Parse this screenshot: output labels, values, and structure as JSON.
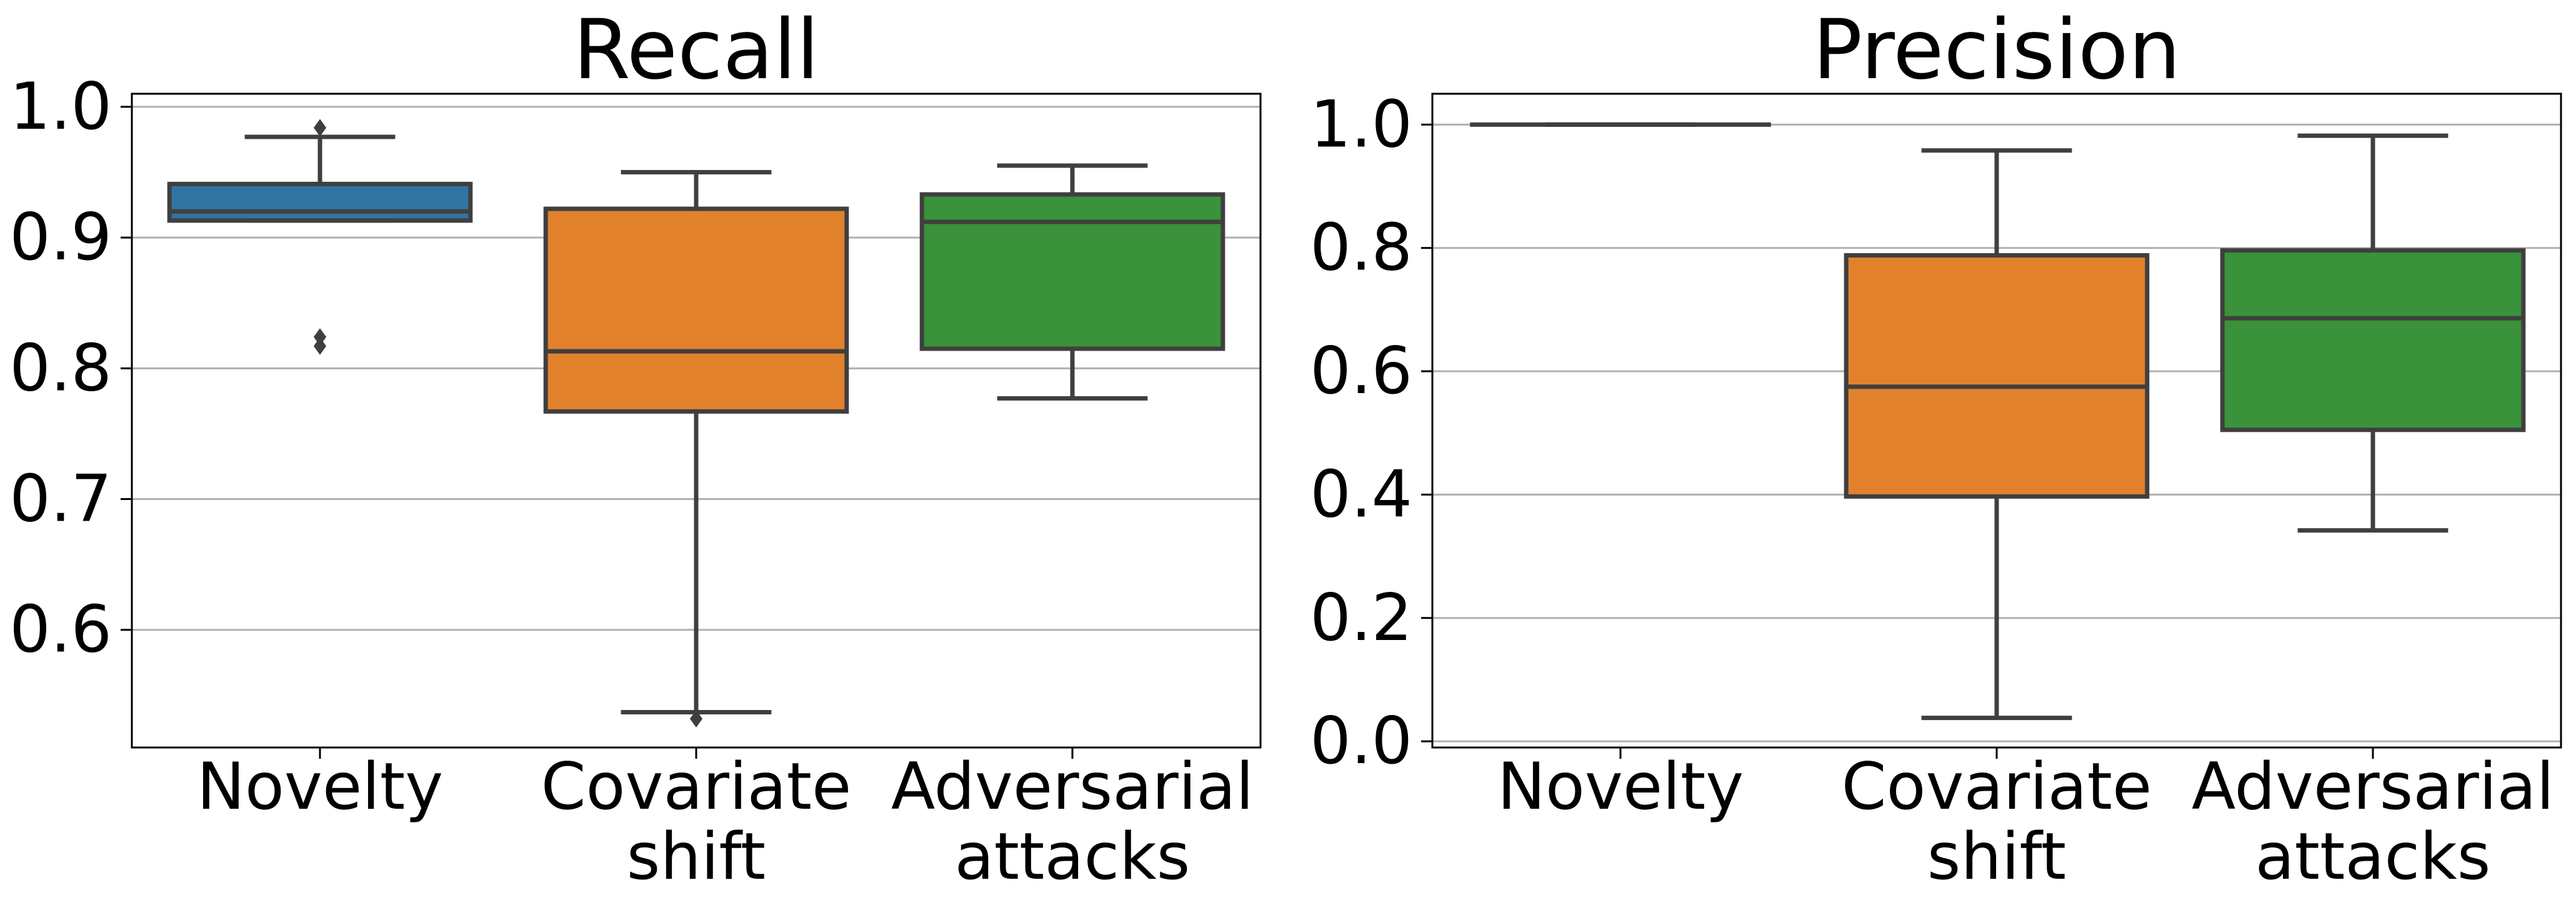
{
  "chart_data": [
    {
      "type": "box",
      "title": "Recall",
      "ylim": [
        0.51,
        1.01
      ],
      "yticks": [
        0.6,
        0.7,
        0.8,
        0.9,
        1.0
      ],
      "ytick_labels": [
        "0.6",
        "0.7",
        "0.8",
        "0.9",
        "1.0"
      ],
      "grid": "horizontal",
      "categories": [
        "Novelty",
        "Covariate\nshift",
        "Adversarial\nattacks"
      ],
      "colors": [
        "#3274a1",
        "#e1812c",
        "#3a923a"
      ],
      "boxes": [
        {
          "whisker_low": 0.913,
          "q1": 0.913,
          "median": 0.92,
          "q3": 0.941,
          "whisker_high": 0.977,
          "fliers": [
            0.984,
            0.824,
            0.817
          ]
        },
        {
          "whisker_low": 0.537,
          "q1": 0.767,
          "median": 0.813,
          "q3": 0.922,
          "whisker_high": 0.95,
          "fliers": [
            0.532
          ]
        },
        {
          "whisker_low": 0.777,
          "q1": 0.815,
          "median": 0.912,
          "q3": 0.933,
          "whisker_high": 0.955,
          "fliers": []
        }
      ]
    },
    {
      "type": "box",
      "title": "Precision",
      "ylim": [
        -0.01,
        1.05
      ],
      "yticks": [
        0.0,
        0.2,
        0.4,
        0.6,
        0.8,
        1.0
      ],
      "ytick_labels": [
        "0.0",
        "0.2",
        "0.4",
        "0.6",
        "0.8",
        "1.0"
      ],
      "grid": "horizontal",
      "categories": [
        "Novelty",
        "Covariate\nshift",
        "Adversarial\nattacks"
      ],
      "colors": [
        "#3274a1",
        "#e1812c",
        "#3a923a"
      ],
      "boxes": [
        {
          "whisker_low": 1.0,
          "q1": 1.0,
          "median": 1.0,
          "q3": 1.0,
          "whisker_high": 1.0,
          "fliers": []
        },
        {
          "whisker_low": 0.038,
          "q1": 0.397,
          "median": 0.575,
          "q3": 0.788,
          "whisker_high": 0.958,
          "fliers": []
        },
        {
          "whisker_low": 0.342,
          "q1": 0.505,
          "median": 0.686,
          "q3": 0.796,
          "whisker_high": 0.982,
          "fliers": []
        }
      ]
    }
  ]
}
